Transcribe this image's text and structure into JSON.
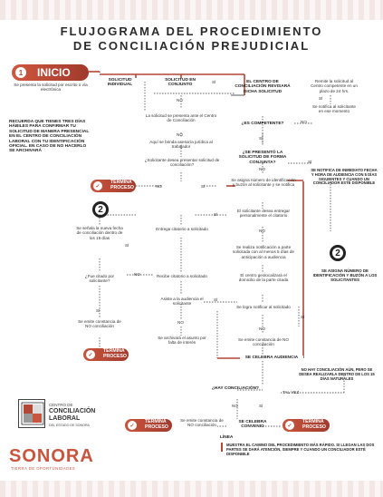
{
  "title": {
    "line1": "FLUJOGRAMA DEL PROCEDIMIENTO",
    "line2": "DE CONCILIACIÓN PREJUDICIAL"
  },
  "inicio": {
    "label": "INICIO",
    "num": "1",
    "text": "Se presenta la solicitud por escrito o vía electrónica"
  },
  "recuerda": "RECUERDA QUE TIENES TRES DÍAS HÁBILES PARA CONFIRMAR TU SOLICITUD DE MANERA PRESENCIAL EN EL CENTRO DE CONCILIACIÓN LABORAL CON TU IDENTIFICACIÓN OFICIAL. EN CASO DE NO HACERLO SE ARCHIVARÁ",
  "nodes": {
    "individual": "SOLICITUD INDIVIDUAL",
    "conjunto": "SOLICITUD EN CONJUNTO",
    "presenta": "La solicitud se presenta ante el Centro de Conciliación",
    "brinda": "Aquí se brinda asesoría jurídica al trabajador",
    "desea": "¿Solicitante desea presentar solicitud de conciliación?",
    "centro": "EL CENTRO DE CONCILIACIÓN REVISARÁ DICHA SOLICITUD",
    "remite": "Remite la solicitud al Centro competente en un plazo de 24 hrs.",
    "notifica_sol": "Se notifica al solicitante en ese momento",
    "competente": "¿ES COMPETENTE?",
    "presento": "¿SE PRESENTÓ LA SOLICITUD DE FORMA CONJUNTA?",
    "notifica_inm": "SE NOTIFICA DE INMEDIATO FECHA Y HORA DE AUDIENCIA CON 5 DÍAS SIGUIENTES Y CUANDO UN CONCILIADOR ESTÉ DISPONIBLE",
    "asigna": "Se asigna número de identificación y buzón al solicitante y se notifica",
    "entregar": "El solicitante desea entregar personalmente el citatorio",
    "senala": "Se señala la nueva fecha de conciliación dentro de los 15 días",
    "entrega": "Entrega citatorio a solicitado",
    "realiza": "Se realiza notificación a parte solicitada con al menos 5 días de anticipación a audiencia",
    "asigna2": "SE ASIGNA NÚMERO DE IDENTIFICACIÓN Y BUZÓN A LOS SOLICITANTES",
    "geoloc": "El centro geolocalizará el domicilio de la parte citada",
    "citado": "¿Fue citado por solicitante?",
    "recibe": "Recibe citatorio a solicitado",
    "asiste": "Asiste a la audiencia el solicitante",
    "logra": "Se logra notificar al solicitado",
    "emite1": "Se emite constancia de NO conciliación",
    "archiva": "Se archivará el asunto por falta de interés",
    "emite2": "Se emite constancia de NO conciliación",
    "celebra_aud": "SE CELEBRA AUDIENCIA",
    "no_hay": "NO HAY CONCILIACIÓN AÚN, PERO SE DESEA REALIZARLA DENTRO DE LOS 15 DÍAS NATURALES",
    "hay": "¿HAY CONCILIACIÓN?",
    "tal_vez": "TAL VEZ",
    "emite3": "Se emite constancia de NO conciliación",
    "celebra_conv": "SE CELEBRA CONVENIO"
  },
  "labels": {
    "si": "SÍ",
    "no": "NO"
  },
  "termina": "TERMINA PROCESO",
  "two": "2",
  "logo": {
    "small": "CENTRO DE",
    "big1": "CONCILIACIÓN",
    "big2": "LABORAL",
    "sub": "DEL ESTADO DE SONORA"
  },
  "sonora": {
    "name": "SONORA",
    "tag": "TIERRA DE OPORTUNIDADES"
  },
  "legend": {
    "key": "LÍNEA",
    "text": "MUESTRA EL CAMINO DEL PROCEDIMIENTO MÁS RÁPIDO. SI LLEGAN LAS DOS PARTES SE DARÁ ATENCIÓN, SIEMPRE Y CUANDO UN CONCILIADOR ESTÉ DISPONIBLE"
  },
  "colors": {
    "accent": "#b44635",
    "dark": "#222222"
  }
}
